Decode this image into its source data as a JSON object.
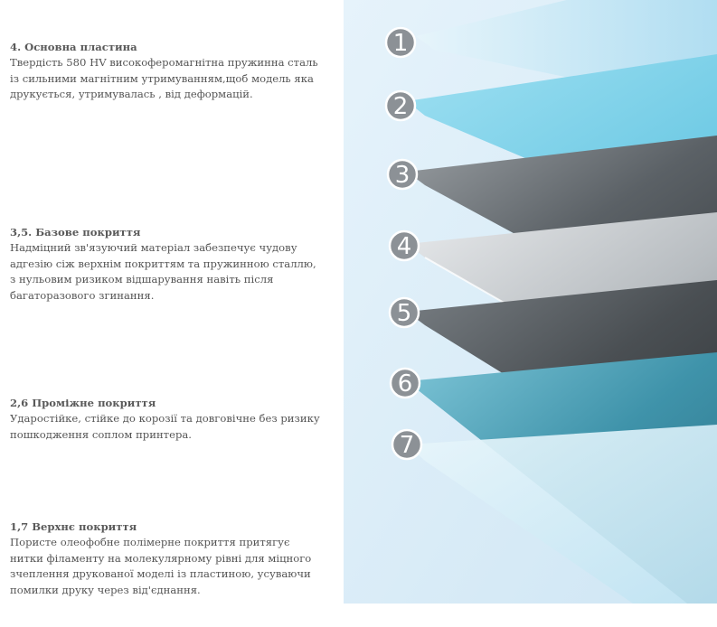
{
  "layers": [
    {
      "title": "4. Основна пластина",
      "body": "Твердість 580 HV високоферомагнітна пружинна сталь із сильними магнітним утримуванням,щоб модель яка друкується, утримувалась , від деформацій."
    },
    {
      "title": "3,5. Базове покриття",
      "body": "Надміцний зв'язуючий матеріал забезпечує чудову адгезію сіж верхнім покриттям та пружинною сталлю, з нульовим ризиком відшарування навіть після багаторазового згинання."
    },
    {
      "title": "2,6 Проміжне покриття",
      "body": "Ударостійке, стійке до корозії та довговічне без ризику пошкодження соплом принтера."
    },
    {
      "title": "1,7 Верхнє покриття",
      "body": "Пористе олеофобне полімерне покриття притягує нитки філаменту на молекулярному рівні для міцного зчеплення друкованої моделі із пластиною, усуваючи помилки друку через від'єднання."
    }
  ],
  "markers": [
    "1",
    "2",
    "3",
    "4",
    "5",
    "6",
    "7"
  ],
  "colors": {
    "bg_panel": "#dceefa",
    "layer_light_blue": "#bfe4f4",
    "layer_cyan": "#7fd3ec",
    "layer_dark_gray": "#555b60",
    "layer_silver": "#c9cdd0",
    "layer_dark": "#3f4448",
    "layer_teal": "#3d8fa6",
    "layer_pale_blue": "#cfeaf6",
    "marker_fill": "#8c9196"
  }
}
